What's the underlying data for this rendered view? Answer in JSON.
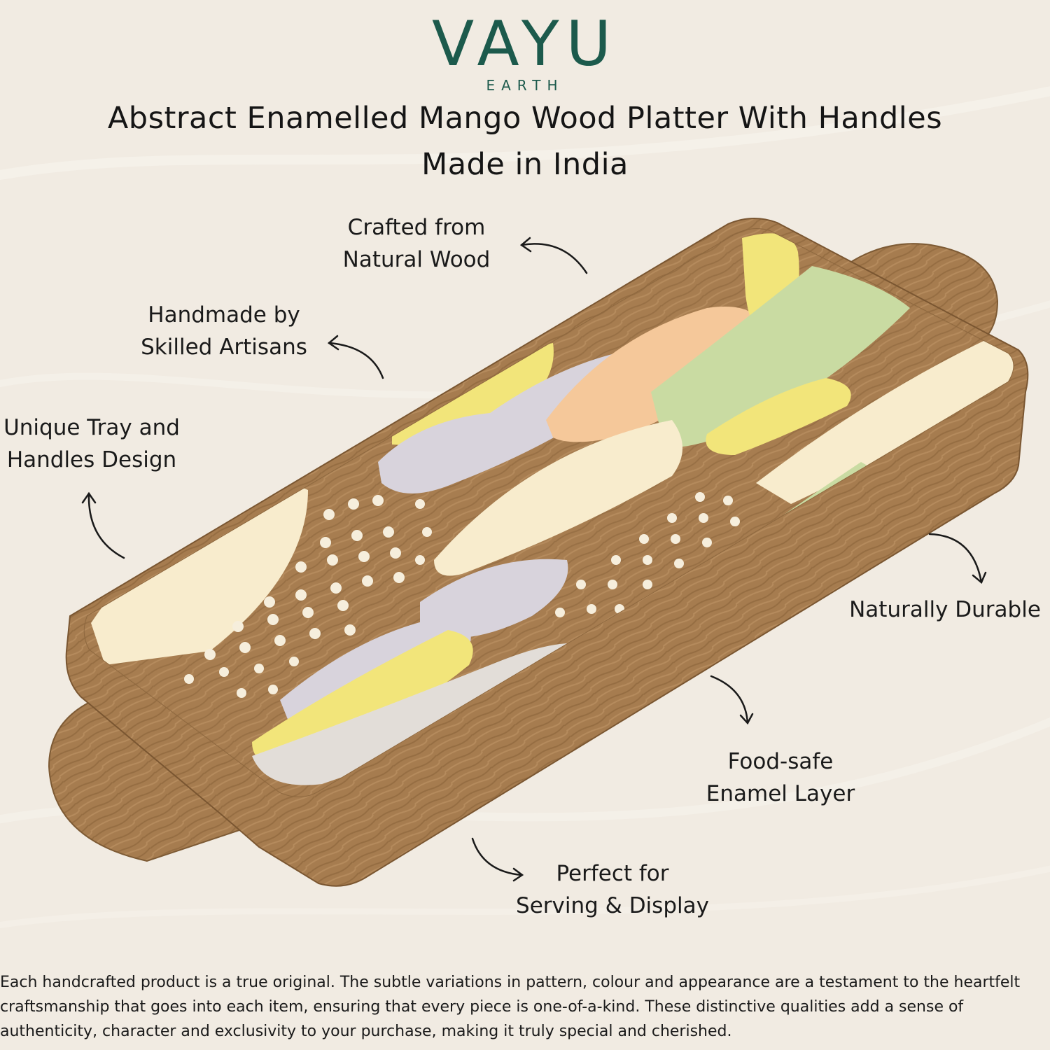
{
  "brand": {
    "name": "VAYU",
    "sub": "EARTH",
    "color": "#1c5a4c"
  },
  "title": {
    "line1": "Abstract Enamelled Mango Wood Platter With Handles",
    "line2": "Made in India"
  },
  "callouts": {
    "natural_wood": {
      "line1": "Crafted from",
      "line2": "Natural Wood"
    },
    "artisans": {
      "line1": "Handmade by",
      "line2": "Skilled Artisans"
    },
    "design": {
      "line1": "Unique Tray and",
      "line2": "Handles Design"
    },
    "durable": {
      "line1": "Naturally Durable"
    },
    "food_safe": {
      "line1": "Food-safe",
      "line2": "Enamel Layer"
    },
    "serving": {
      "line1": "Perfect for",
      "line2": "Serving & Display"
    }
  },
  "footer": {
    "text": "Each handcrafted product is a true original. The subtle variations in pattern, colour and appearance are a testament to the heartfelt craftsmanship that goes into each item, ensuring that every piece is one-of-a-kind. These distinctive qualities add a sense of authenticity, character and exclusivity to your purchase, making it truly special and cherished."
  },
  "colors": {
    "background": "#f1ebe2",
    "wood": "#a57b4f",
    "enamel_yellow": "#f2e57a",
    "enamel_green": "#c9dba2",
    "enamel_peach": "#f5c89a",
    "enamel_lilac": "#d8d3dc",
    "enamel_cream": "#f8eccd"
  }
}
